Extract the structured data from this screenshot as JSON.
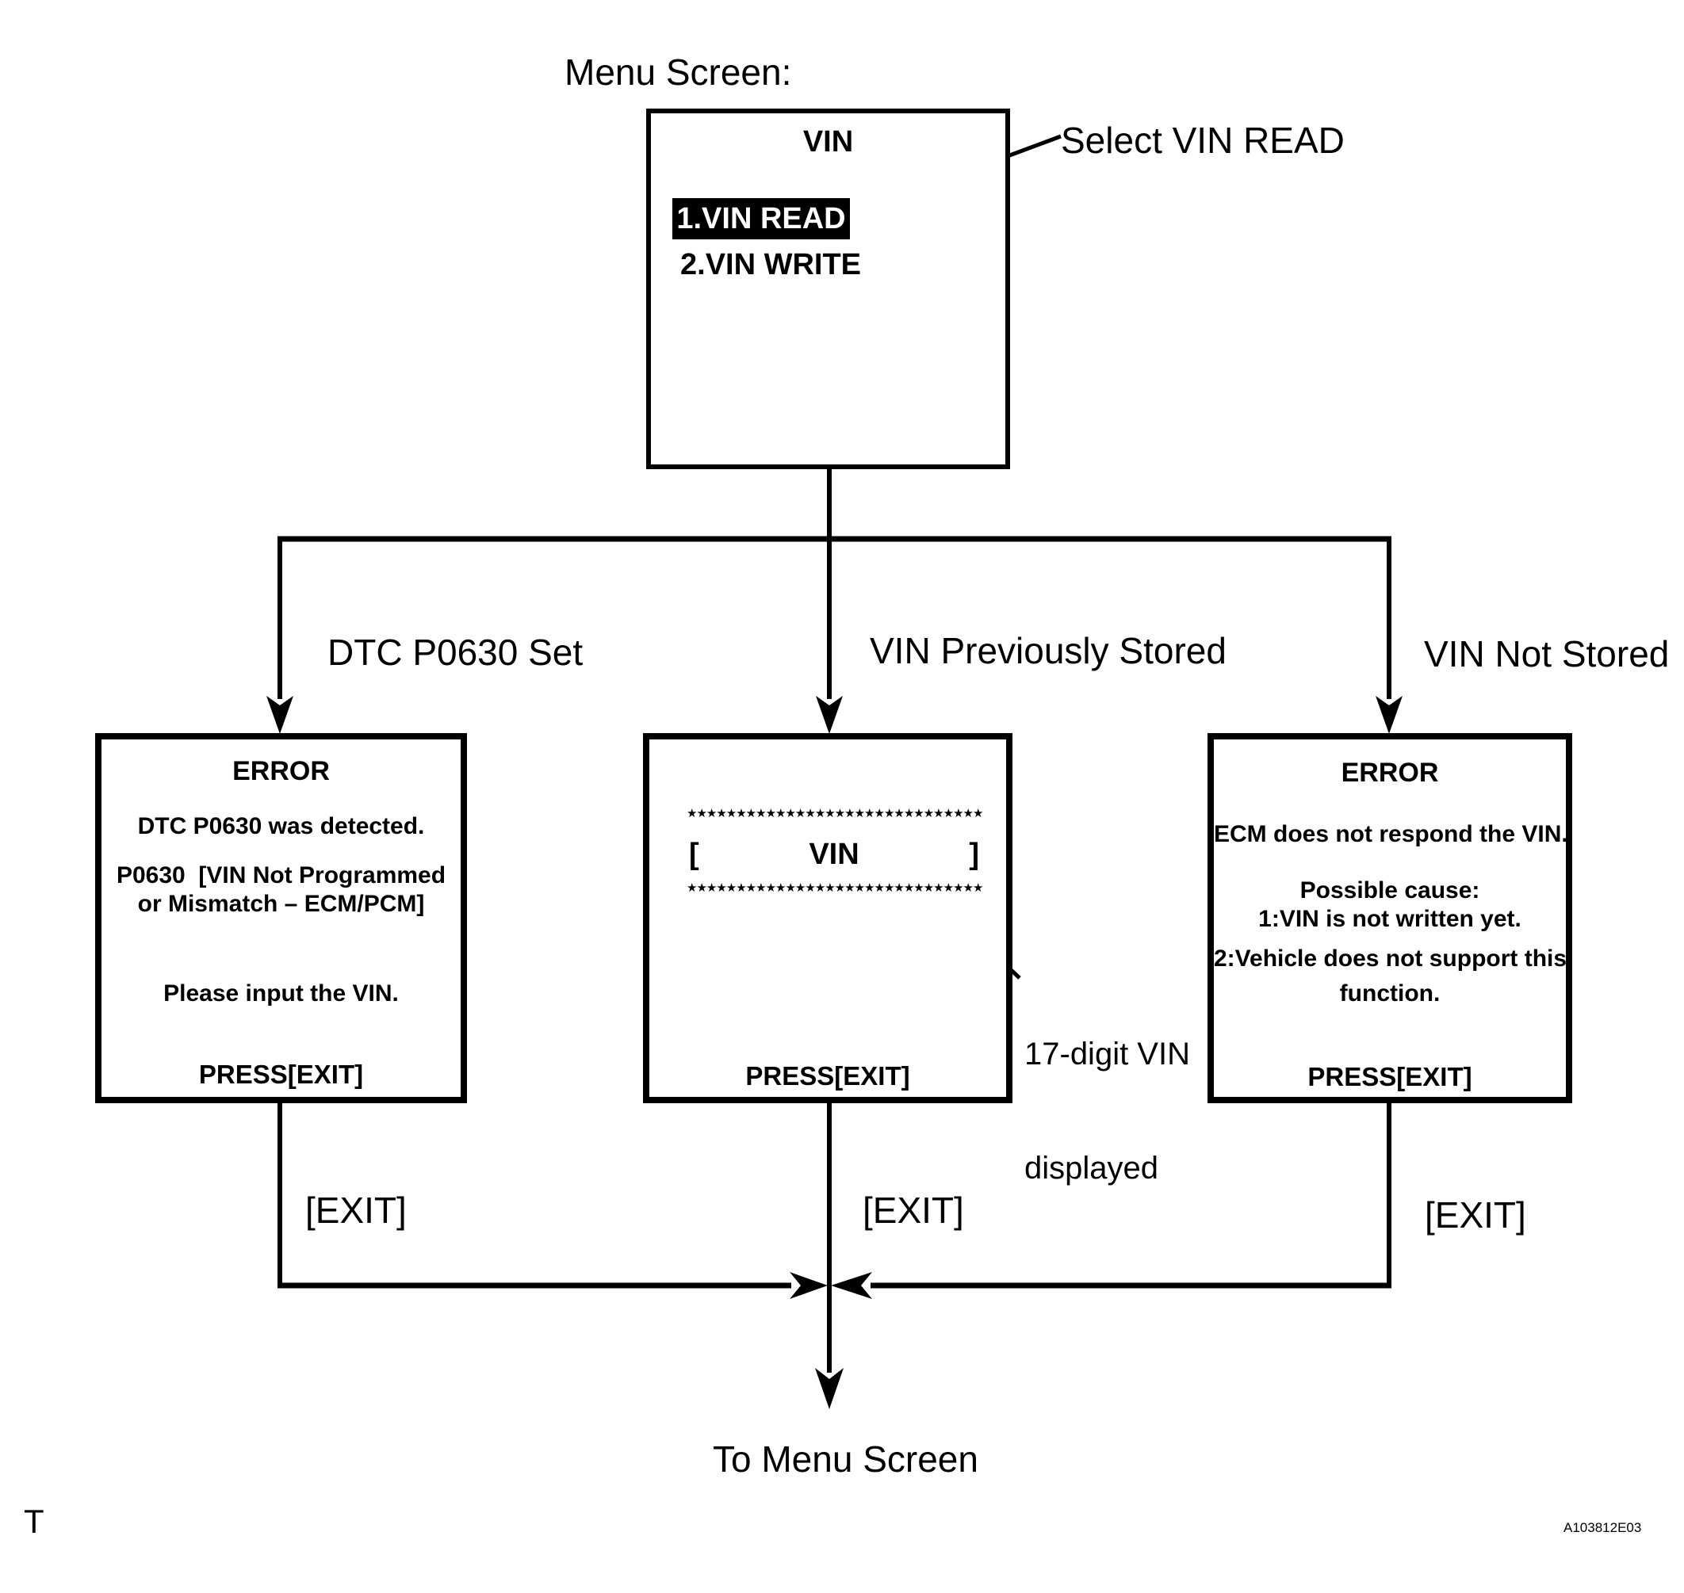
{
  "menu": {
    "label": "Menu Screen:",
    "screen_title": "VIN",
    "items": [
      {
        "label": "1.VIN READ",
        "selected": true
      },
      {
        "label": "2.VIN WRITE",
        "selected": false
      }
    ],
    "annotation": "Select VIN READ"
  },
  "branches": [
    {
      "label": "DTC P0630 Set"
    },
    {
      "label": "VIN Previously Stored"
    },
    {
      "label": "VIN Not Stored"
    }
  ],
  "screens": {
    "error_dtc": {
      "title": "ERROR",
      "line1": "DTC P0630 was detected.",
      "line2": "P0630  [VIN Not Programmed",
      "line3": "or Mismatch – ECM/PCM]",
      "line4": "Please input the VIN.",
      "action": "PRESS[EXIT]"
    },
    "vin_display": {
      "stars_top": "★★★★★★★★★★★★★★★★★★★★★★★★★★★★★★",
      "bracket_open": "[",
      "vin_label": "VIN",
      "bracket_close": "]",
      "stars_bottom": "★★★★★★★★★★★★★★★★★★★★★★★★★★★★★★",
      "action": "PRESS[EXIT]"
    },
    "error_ecm": {
      "title": "ERROR",
      "line1": "ECM does not respond the VIN.",
      "line2": "Possible cause:",
      "line3": "1:VIN is not written yet.",
      "line4": "2:Vehicle does not support this",
      "line5": "function.",
      "action": "PRESS[EXIT]"
    }
  },
  "vin_annotation": {
    "line1": "17-digit VIN",
    "line2": "displayed"
  },
  "exits": [
    "[EXIT]",
    "[EXIT]",
    "[EXIT]"
  ],
  "flow": {
    "to_menu": "To Menu Screen"
  },
  "page": {
    "footer_left": "T",
    "figure_id": "A103812E03"
  }
}
